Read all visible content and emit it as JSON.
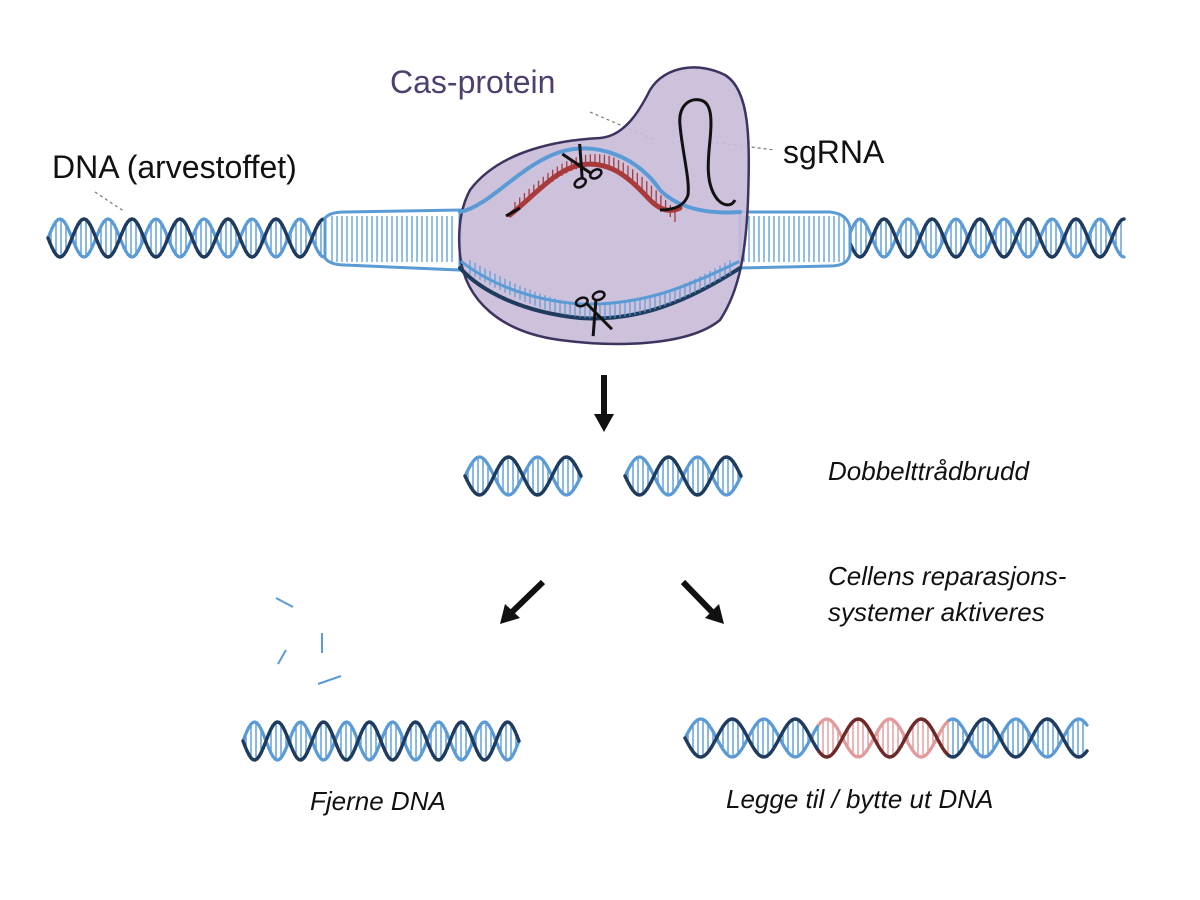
{
  "labels": {
    "dna": "DNA (arvestoffet)",
    "cas": "Cas-protein",
    "sgrna": "sgRNA",
    "dsb": "Dobbelttrådbrudd",
    "repair_line1": "Cellens reparasjons-",
    "repair_line2": "systemer aktiveres",
    "remove": "Fjerne DNA",
    "add": "Legge til / bytte ut DNA"
  },
  "colors": {
    "strand_light": "#5b9bd5",
    "strand_dark": "#1f3c5e",
    "rung": "#5b9bd5",
    "protein_fill": "#c9bcd9",
    "protein_stroke": "#3d3460",
    "guide_rna": "#a83a3a",
    "insert_dark": "#6e2a2a",
    "insert_light": "#e29a9a",
    "arrow": "#111111"
  },
  "icons": [
    "scissors-icon",
    "scissors-icon"
  ]
}
